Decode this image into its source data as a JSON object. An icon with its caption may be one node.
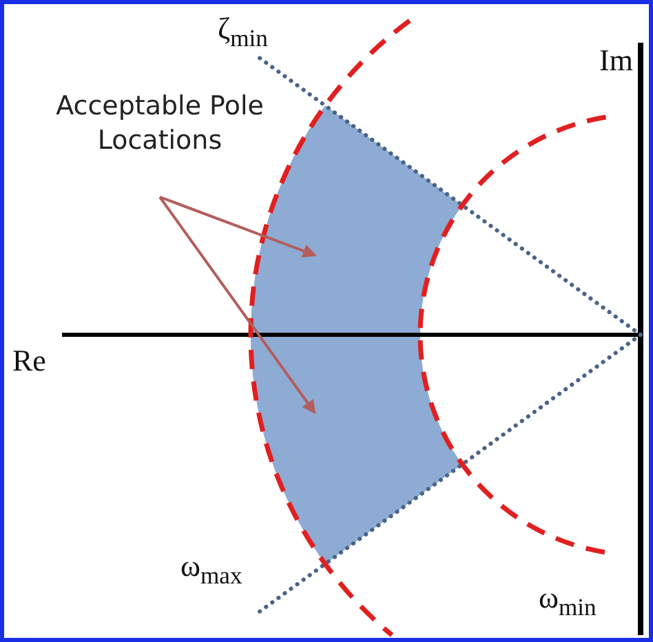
{
  "diagram": {
    "nodes": [
      {
        "text": [
          "Acceptable Pole Locations"
        ]
      },
      {
        "text": [],
        "shape": "band"
      }
    ],
    "edges": [
      {
        "from": 0,
        "to": 1,
        "arrow": "to"
      },
      {
        "from": 0,
        "to": 1,
        "arrow": "to"
      }
    ],
    "labels": [
      "ζ$_{min}$",
      "Im",
      "Re",
      "ω$_{max}$",
      "ω$_{min}$"
    ]
  }
}
